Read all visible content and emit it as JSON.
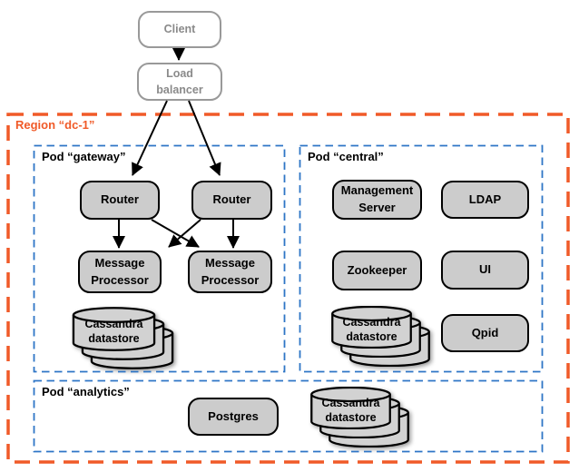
{
  "colors": {
    "region_orange": "#F05A28",
    "pod_blue": "#2E75C6",
    "node_fill": "#CCCCCC",
    "cylinder_fill": "#D2D2D2",
    "node_border": "#000000",
    "external_border": "#999999",
    "external_text": "#8A8A8A"
  },
  "external": {
    "client": "Client",
    "load_balancer": "Load balancer"
  },
  "region": {
    "label": "Region “dc-1”",
    "pods": {
      "gateway": {
        "label": "Pod “gateway”",
        "router_1": "Router",
        "router_2": "Router",
        "message_processor_1": "Message Processor",
        "message_processor_2": "Message Processor",
        "cassandra": "Cassandra datastore"
      },
      "central": {
        "label": "Pod “central”",
        "management_server": "Management Server",
        "ldap": "LDAP",
        "zookeeper": "Zookeeper",
        "ui": "UI",
        "cassandra": "Cassandra datastore",
        "qpid": "Qpid"
      },
      "analytics": {
        "label": "Pod “analytics”",
        "postgres": "Postgres",
        "cassandra": "Cassandra datastore"
      }
    }
  }
}
